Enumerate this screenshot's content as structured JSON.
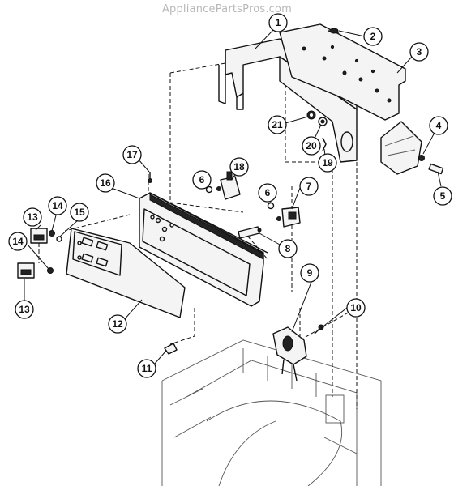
{
  "watermark": "AppliancePartsPros.com",
  "callouts": [
    {
      "label": "1"
    },
    {
      "label": "2"
    },
    {
      "label": "3"
    },
    {
      "label": "4"
    },
    {
      "label": "5"
    },
    {
      "label": "6"
    },
    {
      "label": "6"
    },
    {
      "label": "7"
    },
    {
      "label": "8"
    },
    {
      "label": "9"
    },
    {
      "label": "10"
    },
    {
      "label": "11"
    },
    {
      "label": "12"
    },
    {
      "label": "13"
    },
    {
      "label": "13"
    },
    {
      "label": "14"
    },
    {
      "label": "14"
    },
    {
      "label": "15"
    },
    {
      "label": "16"
    },
    {
      "label": "17"
    },
    {
      "label": "18"
    },
    {
      "label": "19"
    },
    {
      "label": "20"
    },
    {
      "label": "21"
    }
  ],
  "colors": {
    "ink": "#111111",
    "watermark": "#b8b8b8",
    "background": "#ffffff"
  }
}
